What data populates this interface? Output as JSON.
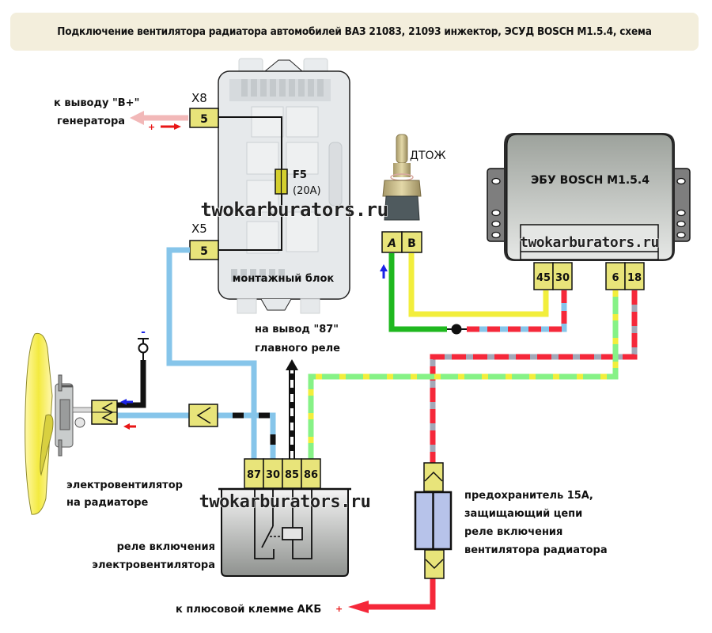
{
  "title": "Подключение вентилятора радиатора автомобилей ВАЗ 21083, 21093 инжектор, ЭСУД BOSCH M1.5.4, схема",
  "mounting_block": {
    "label": "монтажный блок",
    "connector_x8": {
      "name": "X8",
      "pin": "5"
    },
    "connector_x5": {
      "name": "X5",
      "pin": "5"
    },
    "fuse": {
      "name": "F5",
      "rating": "(20A)"
    }
  },
  "generator": {
    "line1": "к выводу \"B+\"",
    "line2": "генератора",
    "polarity": "+"
  },
  "sensor": {
    "label": "ДТОЖ",
    "pins": [
      "A",
      "B"
    ]
  },
  "ecu": {
    "label": "ЭБУ BOSCH M1.5.4",
    "pins_left": [
      "45",
      "30"
    ],
    "pins_right": [
      "6",
      "18"
    ]
  },
  "main_relay": {
    "line1": "на вывод \"87\"",
    "line2": "главного реле"
  },
  "fan": {
    "line1": "электровентилятор",
    "line2": "на радиаторе",
    "ground_polarity": "-"
  },
  "relay": {
    "line1": "реле включения",
    "line2": "электровентилятора",
    "pins": [
      "87",
      "30",
      "85",
      "86"
    ]
  },
  "inline_fuse": {
    "line1": "предохранитель 15А,",
    "line2": "защищающий цепи",
    "line3": "реле включения",
    "line4": "вентилятора радиатора"
  },
  "battery": {
    "label": "к плюсовой клемме АКБ",
    "polarity": "+"
  },
  "watermark": "twokarburators.ru",
  "colors": {
    "connector_fill": "#e8e47a",
    "wire_blue": "#86c5ea",
    "wire_red": "#f5283a",
    "wire_yellow": "#f2ee3c",
    "wire_green": "#1fb81f",
    "wire_lightgreen": "#86f286",
    "wire_gray": "#a3a8b8",
    "wire_pink": "#f2b8b8",
    "fuse_body": "#b7c3ea",
    "arrow_blue": "#1a22e6",
    "arrow_red": "#e81616"
  }
}
